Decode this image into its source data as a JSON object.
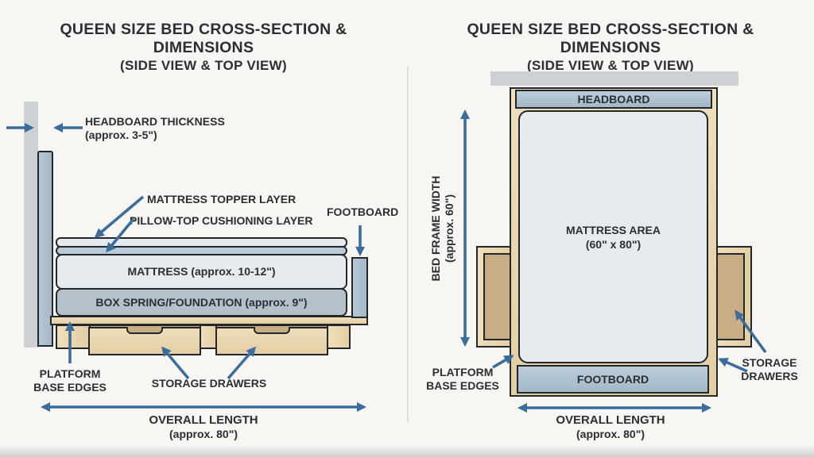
{
  "panel_left": {
    "title_line1": "QUEEN SIZE BED CROSS-SECTION & DIMENSIONS",
    "title_line2": "(SIDE VIEW & TOP VIEW)",
    "labels": {
      "headboard_thickness_line1": "HEADBOARD THICKNESS",
      "headboard_thickness_line2": "(approx. 3-5\")",
      "mattress_topper": "MATTRESS TOPPER LAYER",
      "pillow_top": "PILLOW-TOP CUSHIONING LAYER",
      "footboard": "FOOTBOARD",
      "mattress": "MATTRESS (approx. 10-12\")",
      "box_spring": "BOX SPRING/FOUNDATION (approx. 9\")",
      "platform_line1": "PLATFORM",
      "platform_line2": "BASE EDGES",
      "storage_drawers": "STORAGE DRAWERS",
      "overall_length_line1": "OVERALL LENGTH",
      "overall_length_line2": "(approx. 80\")"
    }
  },
  "panel_right": {
    "title_line1": "QUEEN SIZE BED CROSS-SECTION & DIMENSIONS",
    "title_line2": "(SIDE VIEW & TOP VIEW)",
    "labels": {
      "headboard": "HEADBOARD",
      "bed_frame_width_line1": "BED FRAME WIDTH",
      "bed_frame_width_line2": "(approx. 60\")",
      "mattress_area_line1": "MATTRESS AREA",
      "mattress_area_line2": "(60\" x 80\")",
      "footboard": "FOOTBOARD",
      "platform_line1": "PLATFORM",
      "platform_line2": "BASE EDGES",
      "storage_line1": "STORAGE",
      "storage_line2": "DRAWERS",
      "overall_length_line1": "OVERALL LENGTH",
      "overall_length_line2": "(approx. 80\")"
    }
  },
  "colors": {
    "background": "#f7f6f3",
    "text": "#2b2f33",
    "arrow": "#3a6d9c",
    "outline": "#23272b",
    "wall": "#cdd1d5",
    "headboard_footboard": "#aec1cf",
    "mattress": "#e6ebef",
    "topper": "#e3eaf0",
    "pillow_top": "#b9cbd9",
    "box_spring": "#b4c1cb",
    "wood": "#e9d6b0",
    "wood_dark": "#c9ae85",
    "divider": "#dcdcdd"
  }
}
